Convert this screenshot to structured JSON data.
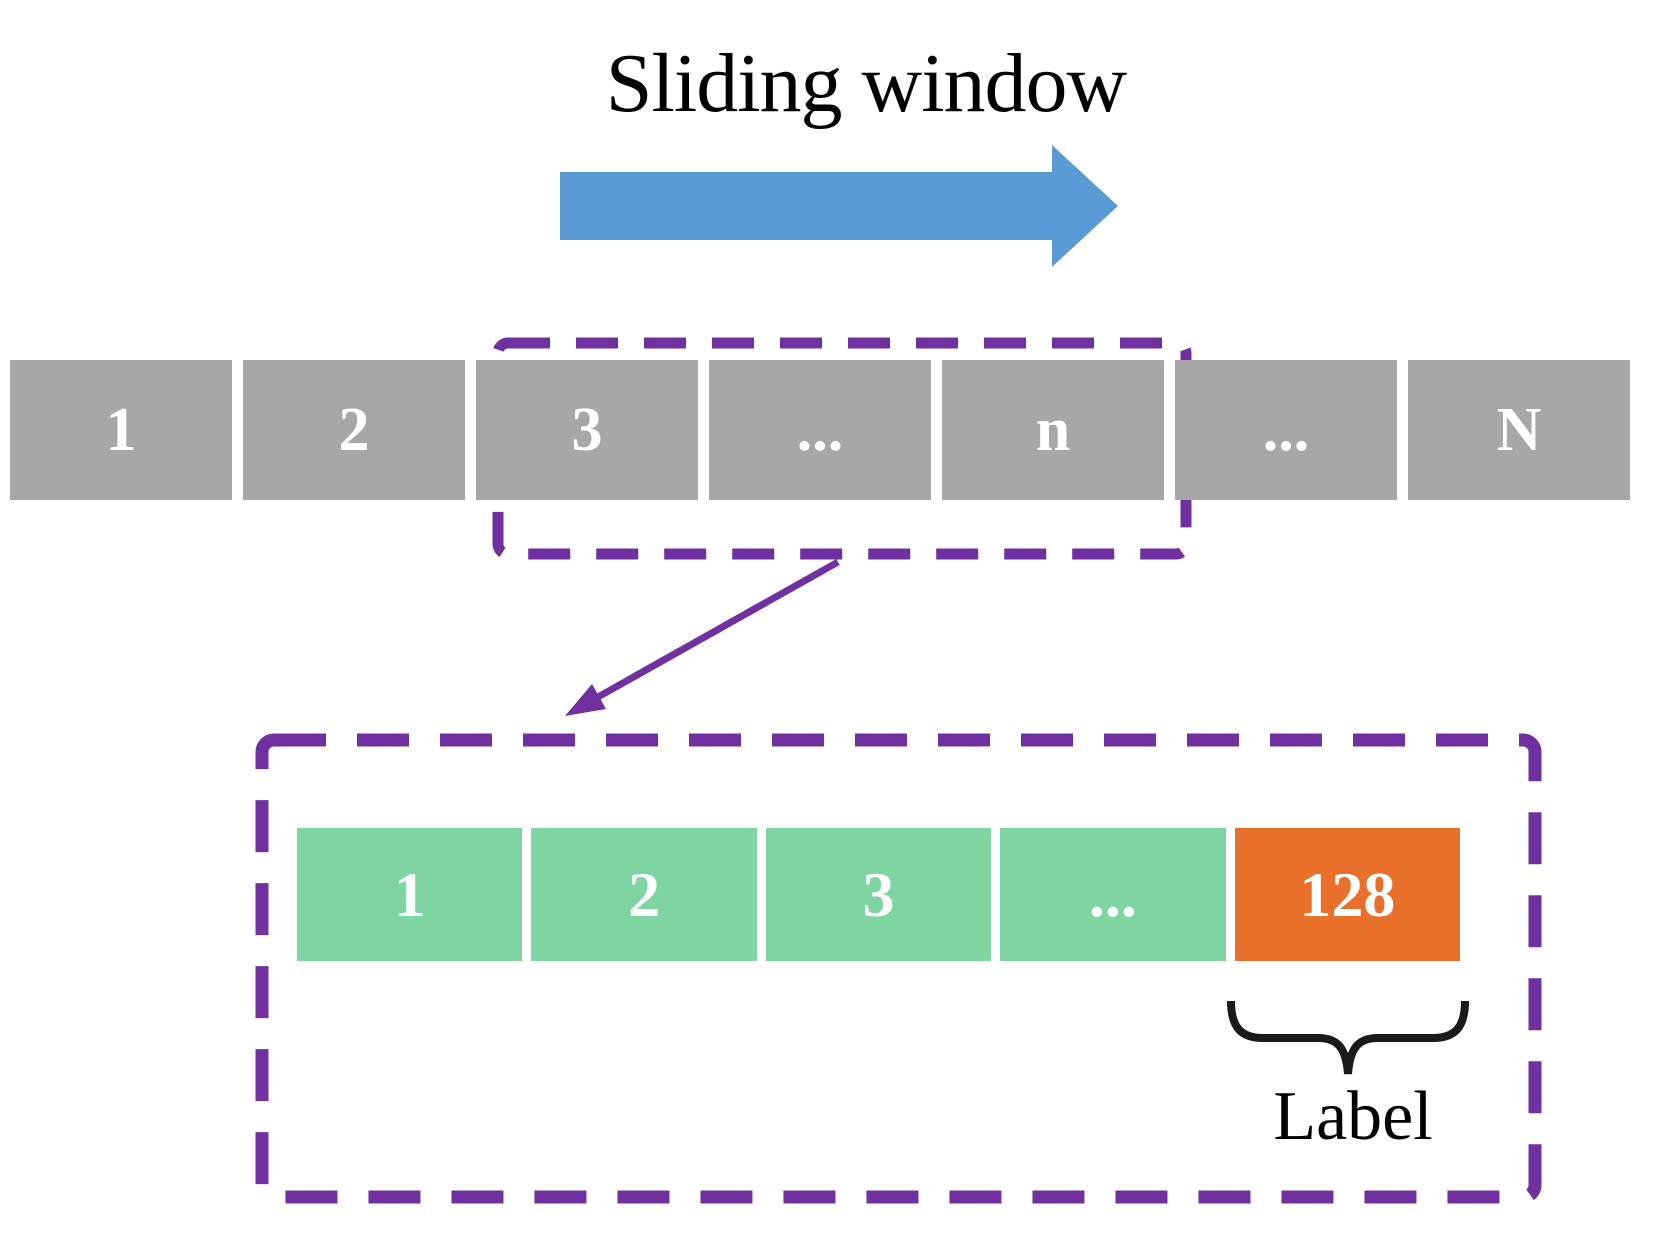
{
  "figure": {
    "title": "Sliding window",
    "label_annotation": "Label"
  },
  "colors": {
    "purple": "#7030A0",
    "blue": "#5B9BD5",
    "gray": "#A7A7A7",
    "green": "#7ED5A1",
    "orange": "#E8702B",
    "brace": "#1a1a1a",
    "title_text": "#000000",
    "cell_text": "#FFFFFF"
  },
  "icons": {
    "sliding_direction_arrow": "right-arrow",
    "window_zoom_arrow": "down-left-arrow",
    "label_underbrace": "curly-brace"
  },
  "sequence_row": {
    "cells": [
      "1",
      "2",
      "3",
      "...",
      "n",
      "...",
      "N"
    ]
  },
  "window_row": {
    "cells": [
      "1",
      "2",
      "3",
      "...",
      "128"
    ]
  }
}
